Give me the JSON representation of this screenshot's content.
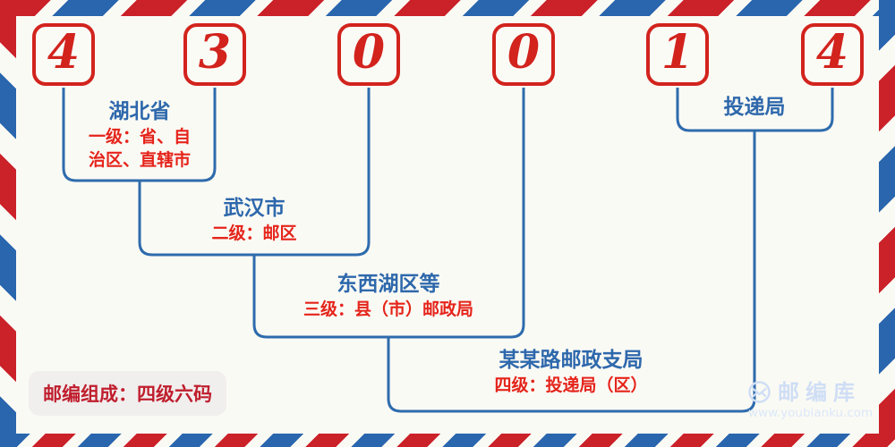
{
  "postal_code": {
    "value": "430014",
    "digits": [
      "4",
      "3",
      "0",
      "0",
      "1",
      "4"
    ]
  },
  "levels": [
    {
      "name": "湖北省",
      "subtitle_lines": [
        "一级：省、自",
        "治区、直辖市"
      ]
    },
    {
      "name": "武汉市",
      "subtitle_lines": [
        "二级：邮区"
      ]
    },
    {
      "name": "东西湖区等",
      "subtitle_lines": [
        "三级：县（市）邮政局"
      ]
    },
    {
      "name": "某某路邮政支局",
      "subtitle_lines": [
        "四级：投递局（区）"
      ]
    },
    {
      "name": "投递局",
      "subtitle_lines": []
    }
  ],
  "footer": {
    "composition_badge": "邮编组成：四级六码"
  },
  "watermark": {
    "brand": "邮编库",
    "url": "www.youbianku.com",
    "icon": "envelope-circle-icon"
  },
  "colors": {
    "stripe_red": "#cb2129",
    "stripe_blue": "#2a66ae",
    "digit_red": "#d2231d",
    "label_blue": "#2e68ac",
    "label_red": "#e5241b",
    "badge_bg": "#f1eeee",
    "badge_text": "#bf1e2d",
    "watermark_blue": "#cfdef5",
    "background": "#fafaf4"
  }
}
